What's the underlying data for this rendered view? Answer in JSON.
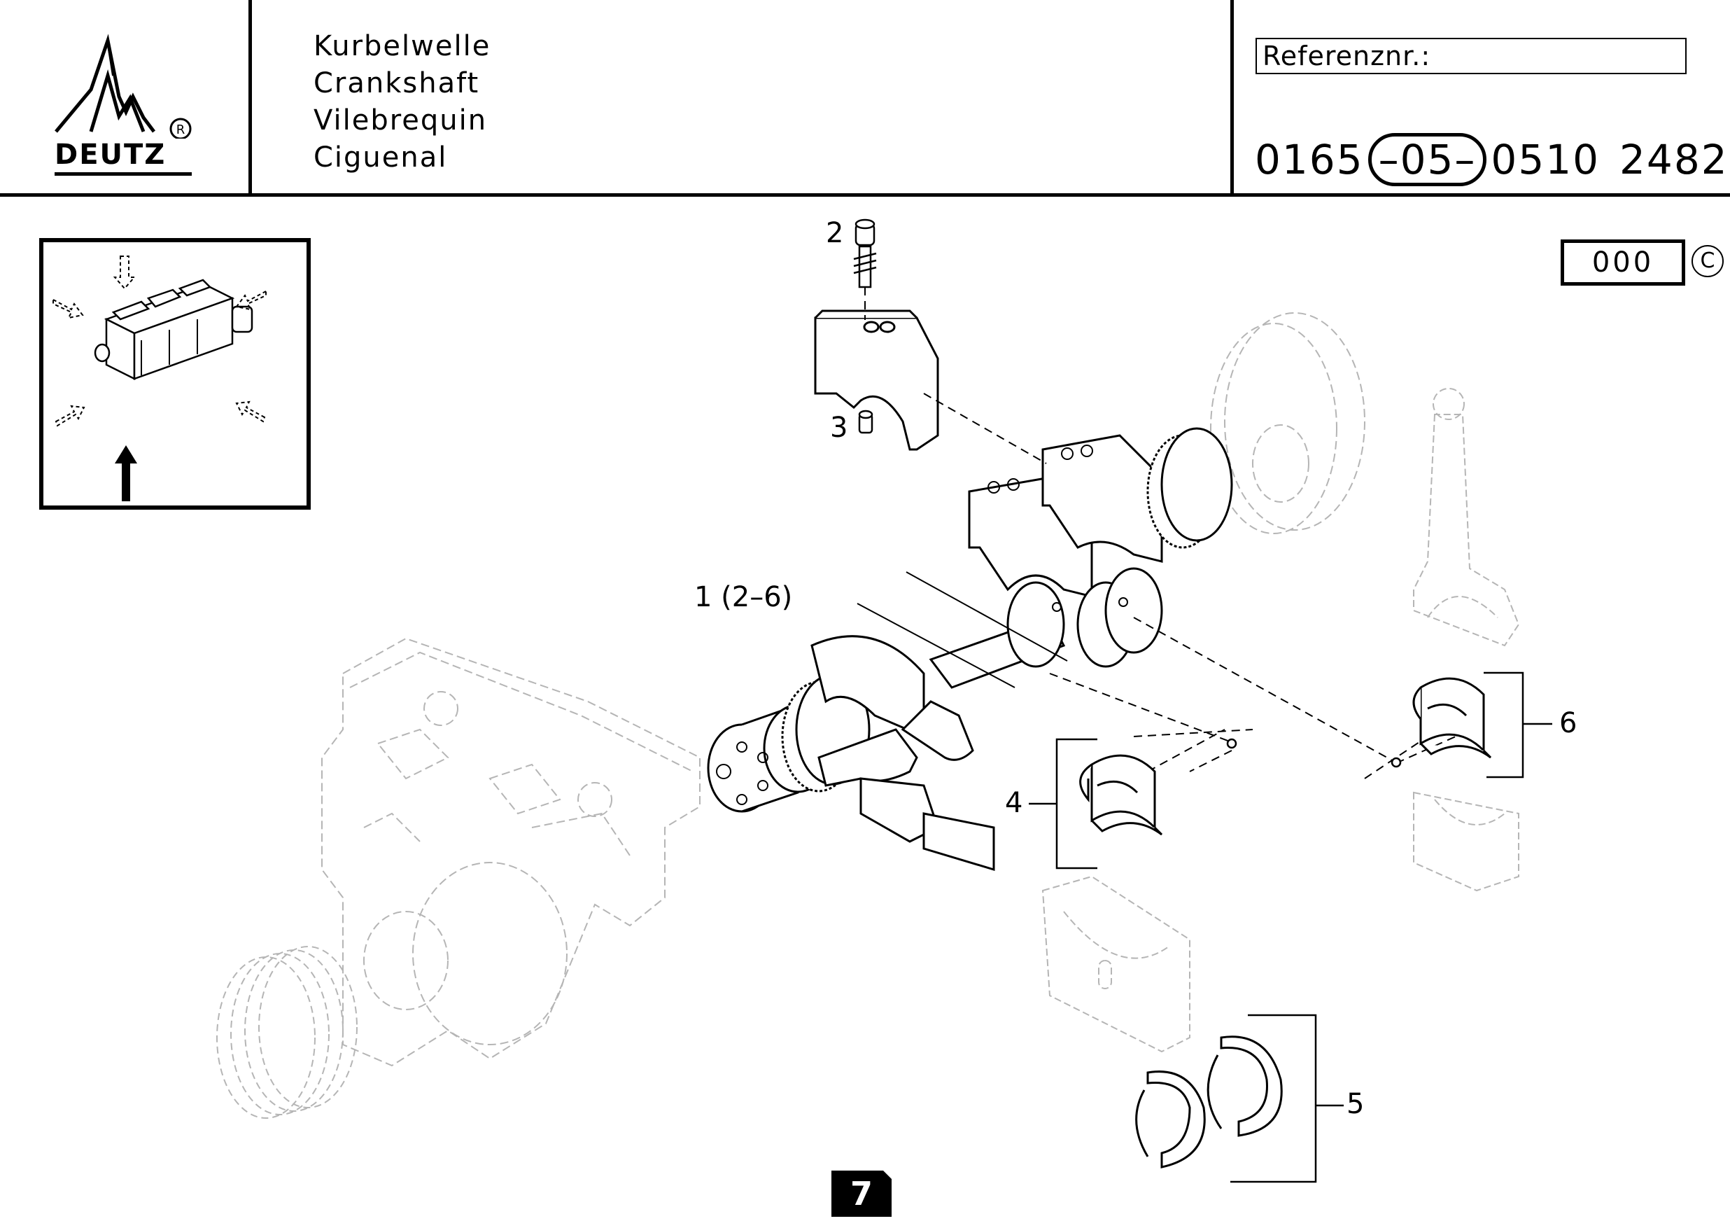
{
  "header": {
    "brand": "DEUTZ",
    "registered_mark": "R",
    "titles": [
      "Kurbelwelle",
      "Crankshaft",
      "Vilebrequin",
      "Ciguenal"
    ],
    "reference_label": "Referenznr.:",
    "reference_number": {
      "part_a": "0165",
      "part_b": "–05–",
      "part_c": "0510",
      "part_d": "2482"
    }
  },
  "version": {
    "code": "000",
    "copyright_symbol": "C"
  },
  "callouts": {
    "item_1": "1 (2–6)",
    "item_2": "2",
    "item_3": "3",
    "item_4": "4",
    "item_5": "5",
    "item_6": "6"
  },
  "page": {
    "number": "7"
  }
}
